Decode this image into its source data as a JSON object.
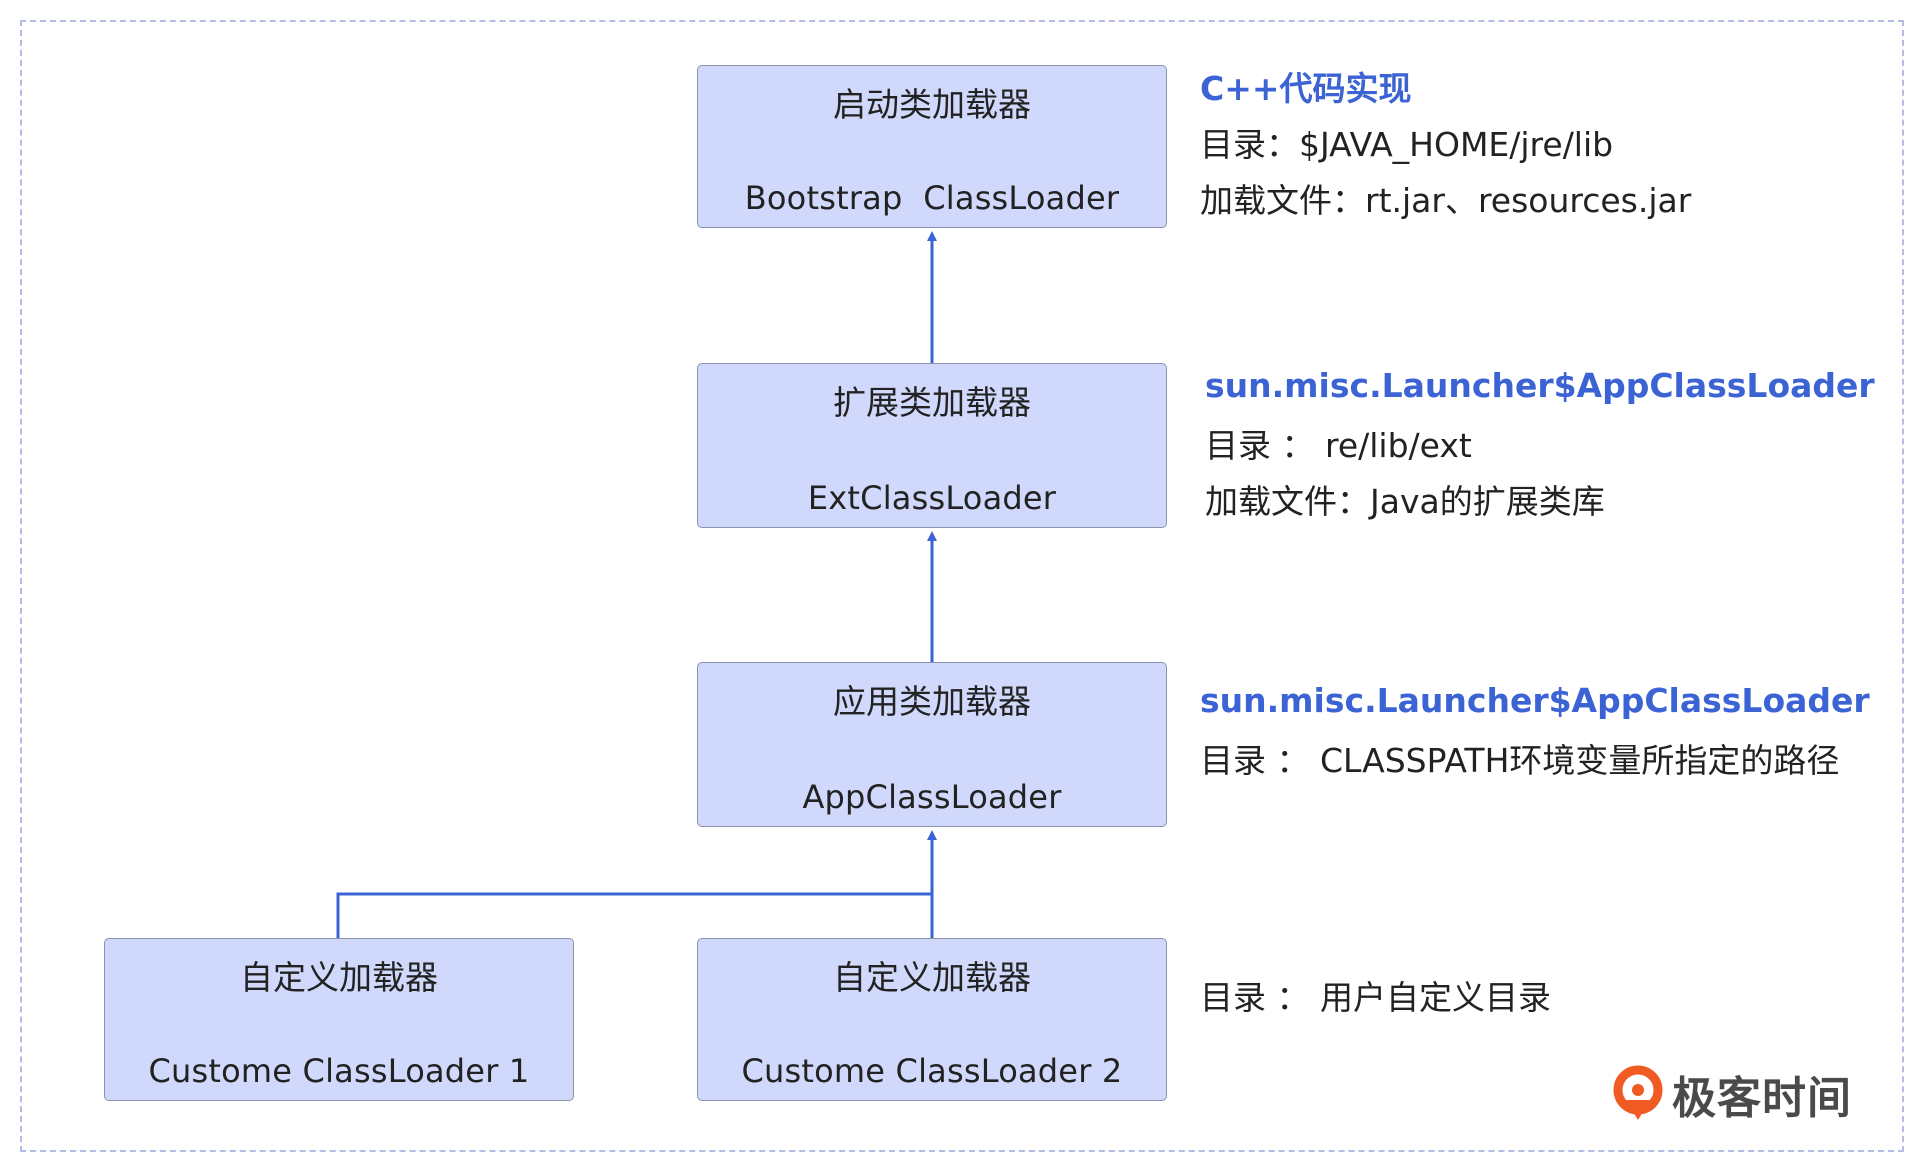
{
  "loaders": {
    "bootstrap": {
      "name_cn": "启动类加载器",
      "name_en": "Bootstrap  ClassLoader"
    },
    "ext": {
      "name_cn": "扩展类加载器",
      "name_en": "ExtClassLoader"
    },
    "app": {
      "name_cn": "应用类加载器",
      "name_en": "AppClassLoader"
    },
    "custom1": {
      "name_cn": "自定义加载器",
      "name_en": "Custome ClassLoader 1"
    },
    "custom2": {
      "name_cn": "自定义加载器",
      "name_en": "Custome ClassLoader 2"
    }
  },
  "notes": {
    "bootstrap": {
      "heading": "C++代码实现",
      "dir": "目录：$JAVA_HOME/jre/lib",
      "files": "加载文件：rt.jar、resources.jar"
    },
    "ext": {
      "heading": "sun.misc.Launcher$AppClassLoader",
      "dir": "目录 ： re/lib/ext",
      "files": "加载文件：Java的扩展类库"
    },
    "app": {
      "heading": "sun.misc.Launcher$AppClassLoader",
      "dir": "目录 ： CLASSPATH环境变量所指定的路径"
    },
    "custom": {
      "dir": "目录 ： 用户自定义目录"
    }
  },
  "logo": {
    "text": "极客时间",
    "icon": "geektime-logo-icon"
  },
  "colors": {
    "box_fill": "#d0d9fb",
    "box_border": "#8a93ad",
    "arrow": "#3b63d4",
    "heading": "#3b63d4",
    "frame": "#b4bde6",
    "logo_orange": "#f05a23"
  }
}
